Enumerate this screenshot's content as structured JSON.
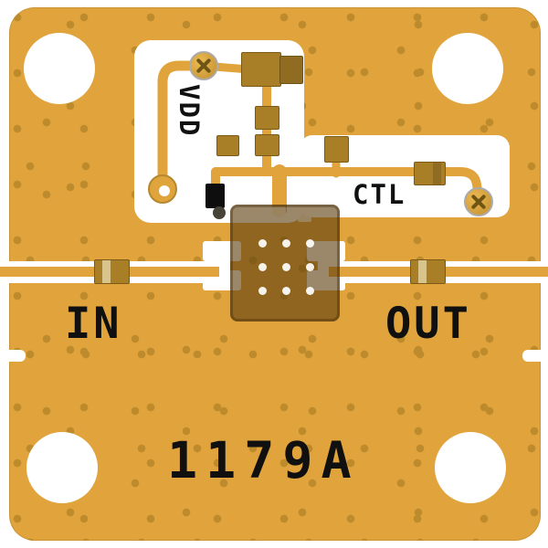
{
  "labels": {
    "vdd": "VDD",
    "ctl": "CTL",
    "in": "IN",
    "out": "OUT",
    "part_number": "1179A"
  },
  "icons": {
    "screw_pad": "cross-slot-screw-pad",
    "ring_pad": "plated-hole-ring-pad"
  },
  "colors": {
    "pcb_gold": "#E1A43C",
    "via_dot": "#BE8B2C",
    "silkscreen_white": "#FFFFFF",
    "component_tan": "#A87E26",
    "component_dark_tan": "#8F6C22",
    "chip_overlay_brown": "rgba(94,63,14,0.62)",
    "component_black": "#0E0E0E",
    "text_black": "#101010"
  }
}
